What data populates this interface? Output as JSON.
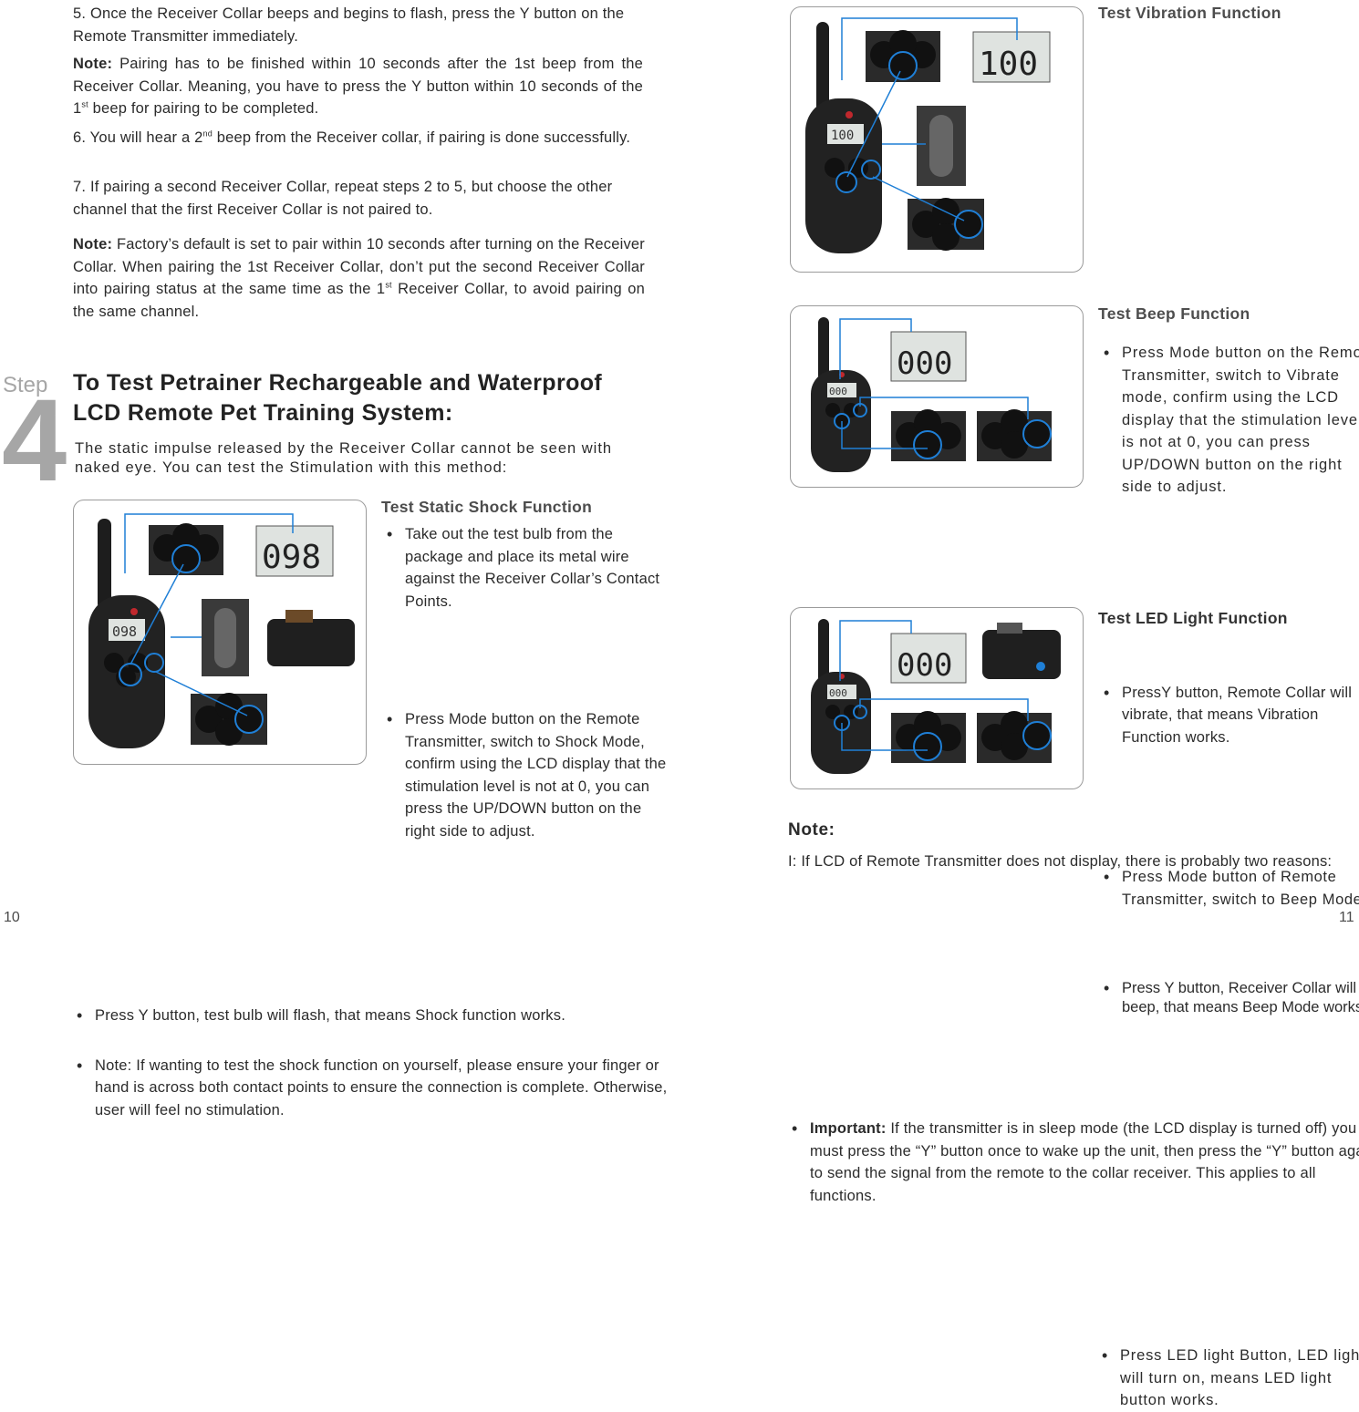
{
  "left": {
    "step5": "5. Once the Receiver Collar beeps and begins to flash, press the Y button on the Remote Transmitter immediately.",
    "note1_label": "Note:",
    "note1_a": "Pairing has to be finished within 10 seconds after the 1st beep from the Receiver Collar. Meaning, you have to press the Y button within 10 seconds of the 1",
    "note1_sup": "st",
    "note1_b": " beep for pairing to be completed.",
    "step6_a": "6. You will hear a 2",
    "step6_sup": "nd",
    "step6_b": " beep from the Receiver collar, if pairing is done successfully.",
    "step7": "7. If pairing a second Receiver Collar, repeat steps 2 to 5, but choose the other channel that the first Receiver Collar is not paired to.",
    "note2_label": "Note:",
    "note2_a": "Factory’s default is set to pair within 10 seconds after turning on the Receiver Collar. When pairing the 1st Receiver Collar, don’t put the second Receiver Collar into pairing status at the same time as the 1",
    "note2_sup": "st",
    "note2_b": " Receiver Collar, to avoid pairing on the same channel.",
    "step_word": "Step",
    "step_number": "4",
    "heading": "To Test Petrainer Rechargeable and Waterproof LCD Remote Pet Training System:",
    "intro": "The static impulse released by the Receiver Collar cannot be seen with naked eye. You can test the Stimulation with this method:",
    "shock_title": "Test Static Shock Function",
    "shock_b1": "Take out the test bulb from the package and place its metal wire against the Receiver Collar’s Contact Points.",
    "shock_b2": "Press Mode button on the Remote Transmitter, switch to Shock Mode, confirm using the LCD display that the stimulation level is not at 0, you can press the UP/DOWN button on the right side to adjust.",
    "bottom_b1": "Press Y button, test bulb will flash, that means Shock function works.",
    "bottom_b2": "Note: If wanting to test the shock function on yourself, please ensure your finger or hand is across both contact points to ensure the connection is complete. Otherwise, user will feel no stimulation.",
    "page_number": "10",
    "lcd_shock": "098",
    "lcd_shock_small": "098"
  },
  "right": {
    "vib_title": "Test Vibration Function",
    "vib_b1": "Press Mode button on the Remote Transmitter, switch to Vibrate mode, confirm using the LCD display that the stimulation level is not at 0, you can press UP/DOWN button on the right side to adjust.",
    "vib_b2": "PressY button, Remote Collar will vibrate, that means Vibration Function works.",
    "beep_title": "Test Beep Function",
    "beep_b1": "Press Mode button of Remote Transmitter, switch to Beep Mode.",
    "beep_b2": "Press Y button, Receiver Collar will beep, that means Beep Mode works.",
    "important_label": "Important:",
    "important_text": "If the transmitter is in sleep mode (the LCD display is turned off) you must press the “Y” button once to wake up the unit, then press the “Y” button again to send the signal from the remote to the collar receiver. This applies to all functions.",
    "led_title": "Test LED Light Function",
    "led_b1": "Press LED light Button, LED light will turn on, means LED light button works.",
    "note_title": "Note:",
    "note_text": "I:  If  LCD of Remote Transmitter does not display, there is probably two reasons:",
    "page_number": "11",
    "lcd_vib": "100",
    "lcd_vib_small": "100",
    "lcd_beep": "000",
    "lcd_beep_small": "000",
    "lcd_led": "000",
    "lcd_led_small": "000"
  },
  "colors": {
    "accent_blue": "#1f7fd6",
    "device_black": "#1d1d1d",
    "lcd_bg": "#dfe3e0",
    "step_gray": "#a6a6a6"
  },
  "icons": [
    "remote-transmitter-icon",
    "receiver-collar-icon",
    "button-cluster-icon",
    "lcd-display-icon",
    "up-down-button-icon"
  ]
}
